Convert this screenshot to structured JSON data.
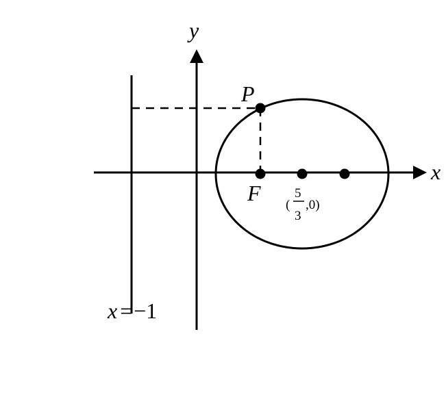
{
  "labels": {
    "y_axis": "y",
    "x_axis": "x",
    "point_p": "P",
    "point_f": "F",
    "directrix_var": "x",
    "directrix_eq": "=",
    "directrix_val": "−1",
    "center_open": "(",
    "center_num": "5",
    "center_den": "3",
    "center_rest": ",0)"
  },
  "colors": {
    "ink": "#000000",
    "background": "#ffffff"
  }
}
